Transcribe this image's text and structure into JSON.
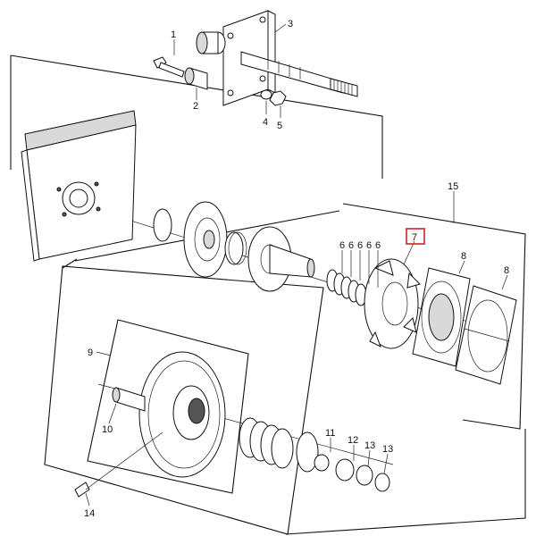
{
  "diagram": {
    "callouts": [
      {
        "id": "1",
        "text": "1"
      },
      {
        "id": "2",
        "text": "2"
      },
      {
        "id": "3",
        "text": "3"
      },
      {
        "id": "4",
        "text": "4"
      },
      {
        "id": "5",
        "text": "5"
      },
      {
        "id": "15",
        "text": "15"
      },
      {
        "id": "6a",
        "text": "6"
      },
      {
        "id": "6b",
        "text": "6"
      },
      {
        "id": "6c",
        "text": "6"
      },
      {
        "id": "6d",
        "text": "6"
      },
      {
        "id": "6e",
        "text": "6"
      },
      {
        "id": "7",
        "text": "7"
      },
      {
        "id": "8a",
        "text": "8"
      },
      {
        "id": "8b",
        "text": "8"
      },
      {
        "id": "9",
        "text": "9"
      },
      {
        "id": "10",
        "text": "10"
      },
      {
        "id": "11",
        "text": "11"
      },
      {
        "id": "12",
        "text": "12"
      },
      {
        "id": "13a",
        "text": "13"
      },
      {
        "id": "13b",
        "text": "13"
      },
      {
        "id": "14",
        "text": "14"
      }
    ],
    "highlight_color": "#d6202a"
  }
}
